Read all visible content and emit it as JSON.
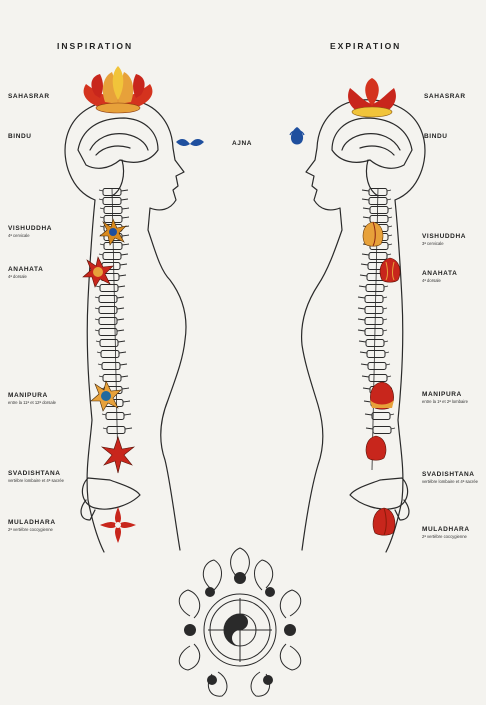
{
  "titles": {
    "left": "INSPIRATION",
    "right": "EXPIRATION"
  },
  "center_label": "AJNA",
  "left_labels": {
    "sahasrar": "SAHASRAR",
    "bindu": "BINDU",
    "vishuddha": "VISHUDDHA",
    "vishuddha_sub": "4ª cervicale",
    "anahata": "ANAHATA",
    "anahata_sub": "4ª dorsale",
    "manipura": "MANIPURA",
    "manipura_sub": "entre la 11ª et 12ª dorsale",
    "svadishtana": "SVADISHTANA",
    "svadishtana_sub": "vertèbre lombaire et 4ª sacrée",
    "muladhara": "MULADHARA",
    "muladhara_sub": "2ª vertèbre coccygienne"
  },
  "right_labels": {
    "sahasrar": "SAHASRAR",
    "bindu": "BINDU",
    "vishuddha": "VISHUDDHA",
    "vishuddha_sub": "3ª cervicale",
    "anahata": "ANAHATA",
    "anahata_sub": "4ª dorsale",
    "manipura": "MANIPURA",
    "manipura_sub": "entre la 1ª et 2ª lombaire",
    "svadishtana": "SVADISHTANA",
    "svadishtana_sub": "vertèbre lombaire et 4ª sacrée",
    "muladhara": "MULADHARA",
    "muladhara_sub": "2ª vertèbre coccygienne"
  },
  "colors": {
    "background": "#f4f3ef",
    "line": "#2a2a2a",
    "red": "#c8261c",
    "orange": "#e89a25",
    "yellow": "#f1c43a",
    "blue": "#1f4f9e"
  }
}
